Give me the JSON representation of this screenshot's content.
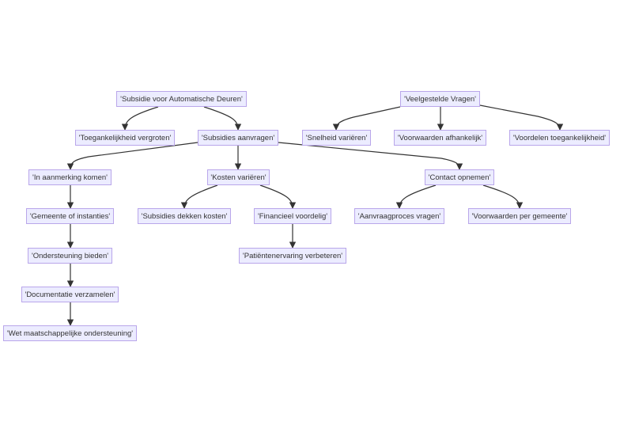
{
  "nodes": [
    {
      "id": "n1",
      "label": "'Subsidie voor Automatische Deuren'"
    },
    {
      "id": "n2",
      "label": "'Toegankelijkheid vergroten'"
    },
    {
      "id": "n3",
      "label": "'Subsidies aanvragen'"
    },
    {
      "id": "n4",
      "label": "'Snelheid variëren'"
    },
    {
      "id": "n5",
      "label": "'Veelgestelde Vragen'"
    },
    {
      "id": "n6",
      "label": "'Voorwaarden afhankelijk'"
    },
    {
      "id": "n7",
      "label": "'Voordelen toegankelijkheid'"
    },
    {
      "id": "n8",
      "label": "'In aanmerking komen'"
    },
    {
      "id": "n9",
      "label": "'Kosten variëren'"
    },
    {
      "id": "n10",
      "label": "'Contact opnemen'"
    },
    {
      "id": "n11",
      "label": "'Gemeente of instanties'"
    },
    {
      "id": "n12",
      "label": "'Subsidies dekken kosten'"
    },
    {
      "id": "n13",
      "label": "'Financieel voordelig'"
    },
    {
      "id": "n14",
      "label": "'Aanvraagproces vragen'"
    },
    {
      "id": "n15",
      "label": "'Voorwaarden per gemeente'"
    },
    {
      "id": "n16",
      "label": "'Ondersteuning bieden'"
    },
    {
      "id": "n17",
      "label": "'Patiëntenervaring verbeteren'"
    },
    {
      "id": "n18",
      "label": "'Documentatie verzamelen'"
    },
    {
      "id": "n19",
      "label": "'Wet maatschappelijke ondersteuning'"
    }
  ],
  "edges": [
    [
      "n1",
      "n2"
    ],
    [
      "n1",
      "n3"
    ],
    [
      "n3",
      "n8"
    ],
    [
      "n3",
      "n9"
    ],
    [
      "n3",
      "n10"
    ],
    [
      "n5",
      "n4"
    ],
    [
      "n5",
      "n6"
    ],
    [
      "n5",
      "n7"
    ],
    [
      "n9",
      "n12"
    ],
    [
      "n9",
      "n13"
    ],
    [
      "n10",
      "n14"
    ],
    [
      "n10",
      "n15"
    ],
    [
      "n8",
      "n11"
    ],
    [
      "n11",
      "n16"
    ],
    [
      "n16",
      "n18"
    ],
    [
      "n18",
      "n19"
    ],
    [
      "n13",
      "n17"
    ]
  ],
  "colors": {
    "node_fill": "#ECECFF",
    "node_border": "#b9a6ea",
    "edge": "#333333"
  }
}
